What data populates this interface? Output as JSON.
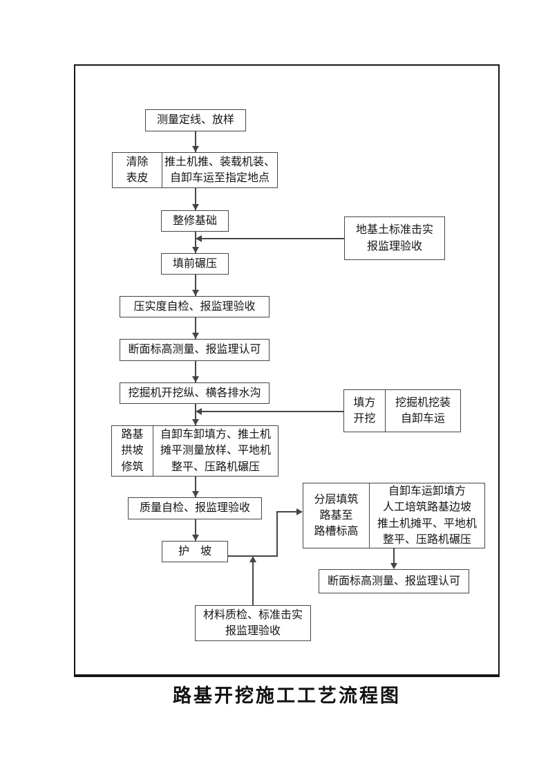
{
  "title": "路基开挖施工工艺流程图",
  "colors": {
    "background": "#ffffff",
    "frame_border": "#161616",
    "box_border": "#454545",
    "connector_line": "#454545",
    "text": "#141414"
  },
  "nodes": {
    "survey": "测量定线、放样",
    "clear_side": "清除\n表皮",
    "clear_main": "推土机推、装载机装、\n自卸车运至指定地点",
    "trim_foundation": "整修基础",
    "standard_compaction": "地基土标准击实\n报监理验收",
    "pre_fill_rolling": "填前碾压",
    "compaction_self_check": "压实度自检、报监理验收",
    "section_survey_1": "断面标高测量、报监理认可",
    "ditch_excavation": "挖掘机开挖纵、横各排水沟",
    "fill_excavation_side": "填方\n开挖",
    "fill_excavation_main": "挖掘机挖装\n自卸车运",
    "arch_slope_side": "路基\n拱坡\n修筑",
    "arch_slope_main": "自卸车卸填方、推土机\n摊平测量放样、平地机\n整平、压路机碾压",
    "quality_self_check": "质量自检、报监理验收",
    "slope_protection": "护　坡",
    "layered_fill_side": "分层填筑\n路基至\n路槽标高",
    "layered_fill_main": "自卸车运卸填方\n人工培筑路基边坡\n推土机摊平、平地机\n整平、压路机碾压",
    "section_survey_2": "断面标高测量、报监理认可",
    "material_check": "材料质检、标准击实\n报监理验收"
  }
}
